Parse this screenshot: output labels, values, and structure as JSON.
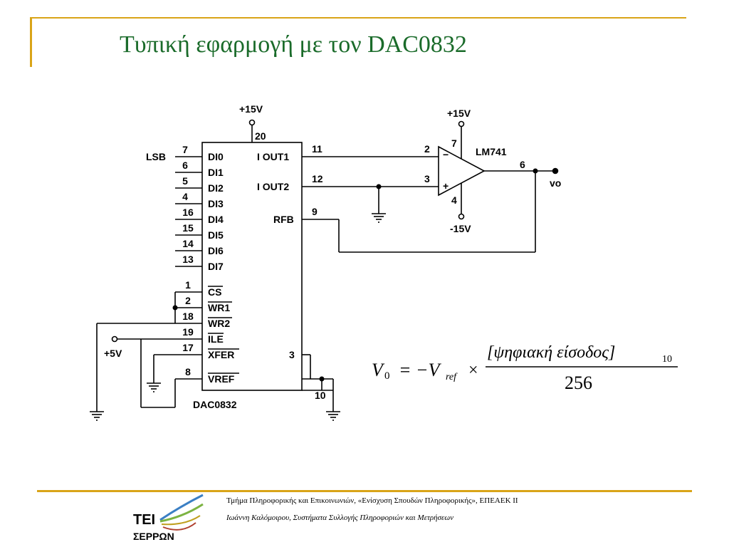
{
  "title": "Τυπική εφαρμογή με τον DAC0832",
  "footer": {
    "line1": "Τμήμα Πληροφορικής και Επικοινωνιών, «Ενίσχυση Σπουδών Πληροφορικής», ΕΠΕΑΕΚ ΙΙ",
    "line2": "Ιωάννη Καλόμοιρου, Συστήματα Συλλογής Πληροφοριών και Μετρήσεων"
  },
  "logo": {
    "line1": "ΤΕΙ",
    "line2": "ΣΕΡΡΩΝ"
  },
  "colors": {
    "title": "#1a6b2a",
    "accent": "#d9a418"
  },
  "circuit": {
    "chip_label": "DAC0832",
    "opamp_label": "LM741",
    "lsb_label": "LSB",
    "supply_top": "+15V",
    "opamp_pos_supply": "+15V",
    "opamp_neg_supply": "-15V",
    "plus5": "+5V",
    "output_label": "vo",
    "output_sub": "o",
    "opamp_minus": "−",
    "opamp_plus": "+",
    "pins_left": [
      {
        "num": "7",
        "name": "DI0"
      },
      {
        "num": "6",
        "name": "DI1"
      },
      {
        "num": "5",
        "name": "DI2"
      },
      {
        "num": "4",
        "name": "DI3"
      },
      {
        "num": "16",
        "name": "DI4"
      },
      {
        "num": "15",
        "name": "DI5"
      },
      {
        "num": "14",
        "name": "DI6"
      },
      {
        "num": "13",
        "name": "DI7"
      },
      {
        "num": "1",
        "name": "CS"
      },
      {
        "num": "2",
        "name": "WR1"
      },
      {
        "num": "18",
        "name": "WR2"
      },
      {
        "num": "19",
        "name": "ILE"
      },
      {
        "num": "17",
        "name": "XFER"
      },
      {
        "num": "8",
        "name": "VREF"
      }
    ],
    "pins_right": [
      {
        "num": "11",
        "name": "I OUT1"
      },
      {
        "num": "12",
        "name": "I OUT2"
      },
      {
        "num": "9",
        "name": "RFB"
      },
      {
        "num": "3",
        "name": ""
      }
    ],
    "pin_top": "20",
    "pin_bottom": "10",
    "opamp_pins": {
      "inv": "2",
      "noninv": "3",
      "vpos": "7",
      "vneg": "4",
      "out": "6"
    }
  },
  "equation": {
    "lhs": "V",
    "lhs_sub": "0",
    "eq": "= −V",
    "ref_sub": "ref",
    "times": "×",
    "numerator": "[ψηφιακή είσοδος]",
    "num_sub": "10",
    "denominator": "256"
  }
}
